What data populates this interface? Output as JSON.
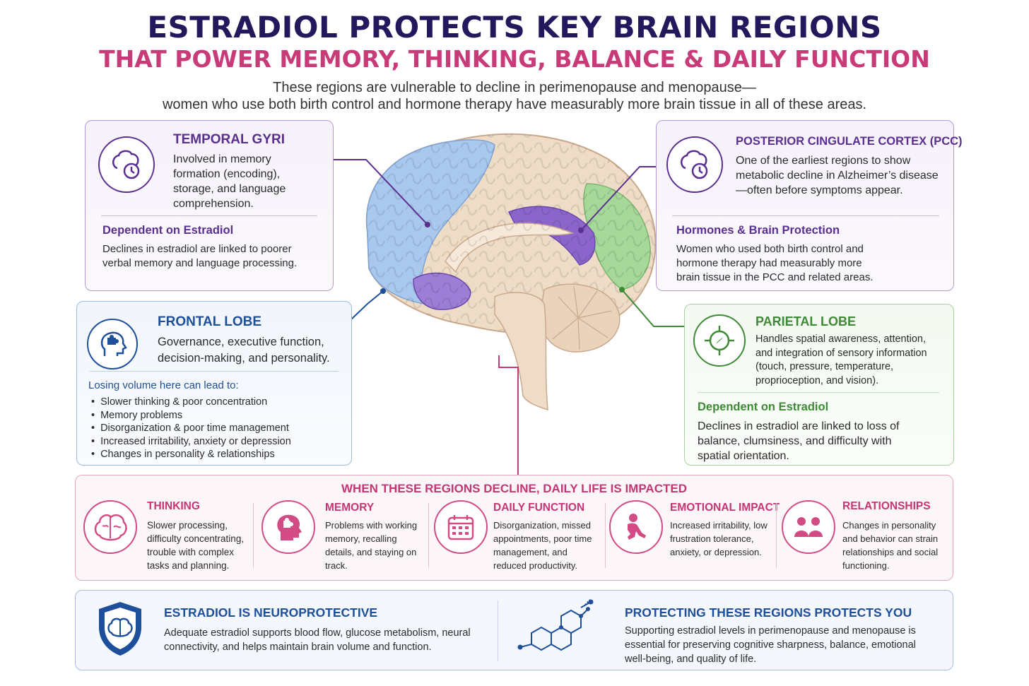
{
  "title": "ESTRADIOL PROTECTS KEY BRAIN REGIONS",
  "subtitle": "THAT POWER MEMORY, THINKING, BALANCE & DAILY FUNCTION",
  "intro": {
    "line1": "These regions are vulnerable to decline in perimenopause and menopause—",
    "line2": "women who use both birth control and hormone therapy have measurably more brain tissue in all of these areas."
  },
  "temporal": {
    "heading": "TEMPORAL GYRI",
    "icon": "brain-clock-icon",
    "desc": "Involved in memory formation (encoding), storage, and language comprehension.",
    "sub_heading": "Dependent on Estradiol",
    "sub_desc": "Declines in estradiol are linked to poorer verbal memory and language processing."
  },
  "pcc": {
    "heading": "POSTERIOR CINGULATE CORTEX (PCC)",
    "icon": "brain-clock-icon",
    "desc": "One of the earliest regions to show metabolic decline in Alzheimer’s disease—often before symptoms appear.",
    "sub_heading": "Hormones & Brain Protection",
    "sub_desc": "Women who used both birth control and hormone therapy had measurably more brain tissue in the PCC and related areas."
  },
  "frontal": {
    "heading": "FRONTAL LOBE",
    "icon": "head-puzzle-icon",
    "desc": "Governance, executive function, decision-making, and personality.",
    "sub_heading": "Losing volume here can lead to:",
    "bullets": [
      "Slower thinking & poor concentration",
      "Memory problems",
      "Disorganization & poor time management",
      "Increased irritability, anxiety or depression",
      "Changes in personality & relationships"
    ]
  },
  "parietal": {
    "heading": "PARIETAL LOBE",
    "icon": "compass-icon",
    "desc": "Handles spatial awareness, attention, and integration of sensory information (touch, pressure, temperature, proprioception, and vision).",
    "sub_heading": "Dependent on Estradiol",
    "sub_desc": "Declines in estradiol are linked to loss of balance, clumsiness, and difficulty with spatial orientation."
  },
  "impact": {
    "heading": "WHEN THESE REGIONS DECLINE, DAILY LIFE IS IMPACTED",
    "items": [
      {
        "title": "THINKING",
        "icon": "brain-icon",
        "text": "Slower processing, difficulty concentrating, trouble with complex tasks and planning."
      },
      {
        "title": "MEMORY",
        "icon": "head-puzzle-icon",
        "text": "Problems with working memory, recalling details, and staying on track."
      },
      {
        "title": "DAILY FUNCTION",
        "icon": "calendar-icon",
        "text": "Disorganization, missed appointments, poor time management, and reduced productivity."
      },
      {
        "title": "EMOTIONAL IMPACT",
        "icon": "sad-person-icon",
        "text": "Increased irritability, low frustration tolerance, anxiety, or depression."
      },
      {
        "title": "RELATIONSHIPS",
        "icon": "people-icon",
        "text": "Changes in personality and behavior can strain relationships and social functioning."
      }
    ]
  },
  "neuro": {
    "heading": "ESTRADIOL IS NEUROPROTECTIVE",
    "icon": "shield-brain-icon",
    "text": "Adequate estradiol supports blood flow, glucose metabolism, neural connectivity, and helps maintain brain volume and function."
  },
  "protect": {
    "heading": "PROTECTING THESE REGIONS PROTECTS YOU",
    "icon": "molecule-icon",
    "text": "Supporting estradiol levels in perimenopause and menopause is essential for preserving cognitive sharpness, balance, emotional well-being, and quality of life."
  },
  "colors": {
    "navy": "#24185c",
    "pink": "#c93a78",
    "purple": "#5b2f8f",
    "blue": "#1e4f9a",
    "green": "#3e8a36"
  }
}
